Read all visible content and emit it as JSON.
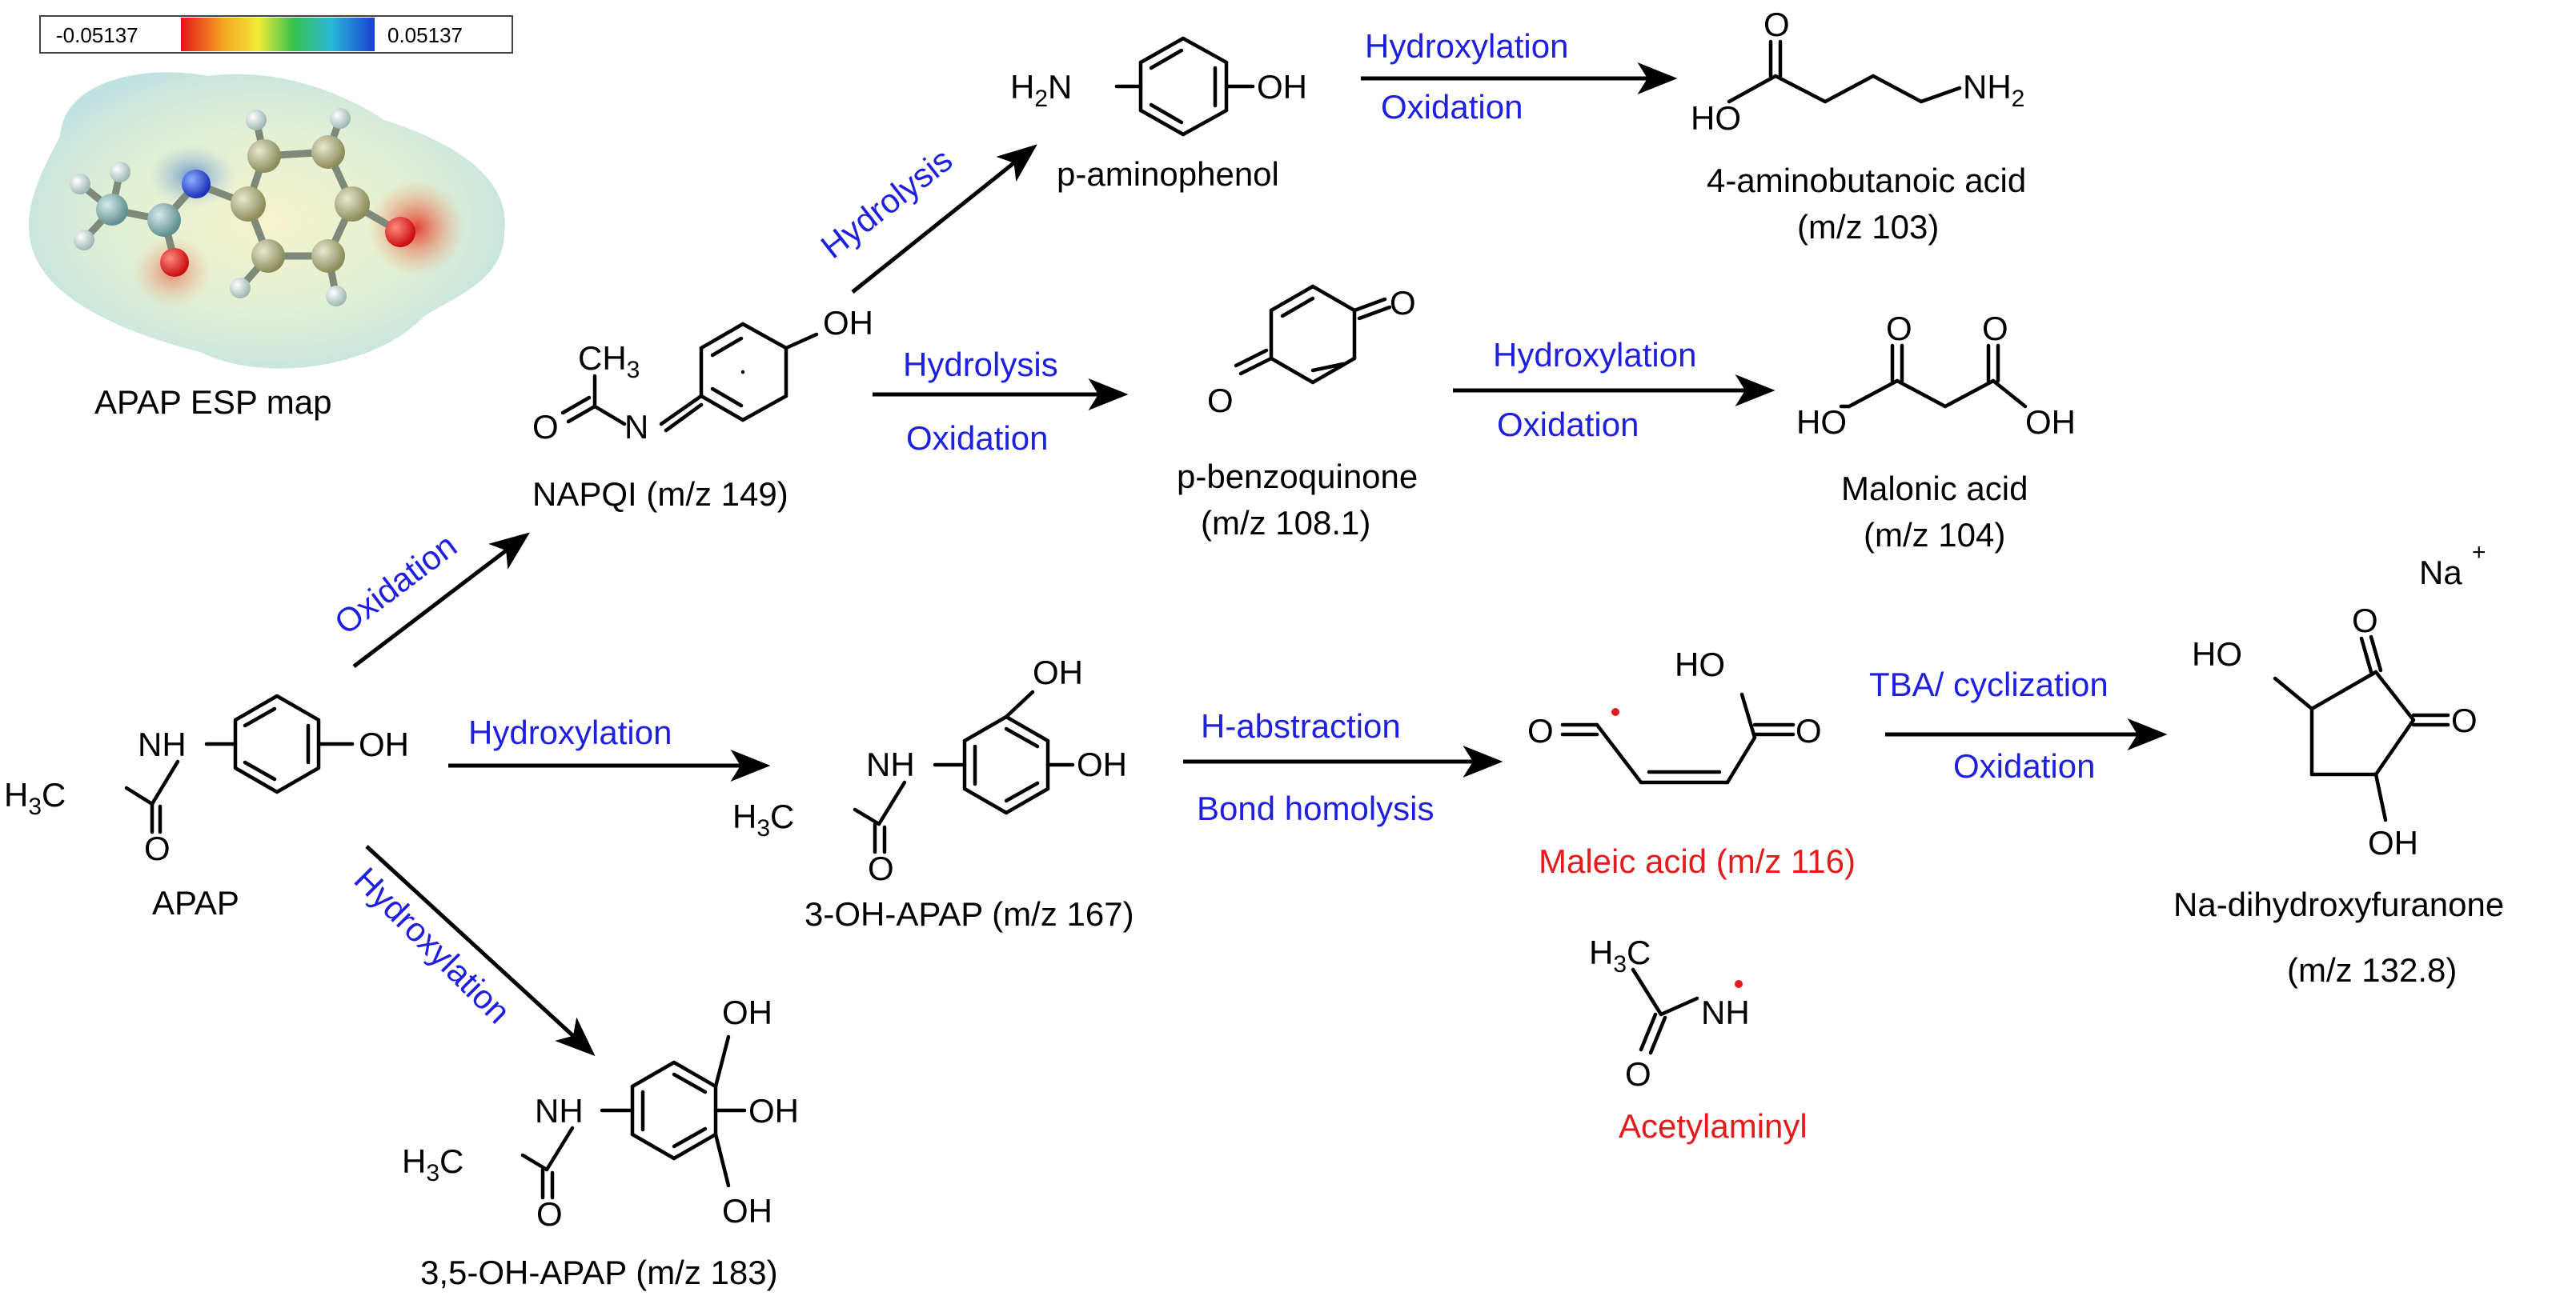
{
  "esp": {
    "scale_min": "-0.05137",
    "scale_max": "0.05137",
    "caption": "APAP ESP map"
  },
  "compounds": {
    "apap": "APAP",
    "napqi": "NAPQI (m/z 149)",
    "aminophenol": "p-aminophenol",
    "aminobutanoic": "4-aminobutanoic acid",
    "aminobutanoic_mz": "(m/z 103)",
    "benzoquinone": "p-benzoquinone",
    "benzoquinone_mz": "(m/z 108.1)",
    "malonic": "Malonic acid",
    "malonic_mz": "(m/z 104)",
    "oh_apap": "3-OH-APAP (m/z 167)",
    "dioh_apap": "3,5-OH-APAP (m/z 183)",
    "maleic": "Maleic acid (m/z 116)",
    "acetylaminyl": "Acetylaminyl",
    "furanone": "Na-dihydroxyfuranone",
    "furanone_mz": "(m/z 132.8)"
  },
  "reactions": {
    "apap_to_napqi": "Oxidation",
    "napqi_to_aminophenol": "Hydrolysis",
    "aminophenol_top": "Hydroxylation",
    "aminophenol_bottom": "Oxidation",
    "napqi_top": "Hydrolysis",
    "napqi_bottom": "Oxidation",
    "bq_top": "Hydroxylation",
    "bq_bottom": "Oxidation",
    "apap_to_oh": "Hydroxylation",
    "oh_top": "H-abstraction",
    "oh_bottom": "Bond homolysis",
    "maleic_top": "TBA/ cyclization",
    "maleic_bottom": "Oxidation",
    "apap_to_dioh": "Hydroxylation"
  },
  "atoms": {
    "h2n": "H",
    "h2n_sub": "2",
    "h2n_n": "N",
    "oh": "OH",
    "ho": "HO",
    "o": "O",
    "n": "N",
    "nh": "NH",
    "ch3_c": "CH",
    "ch3_sub": "3",
    "h3c_h": "H",
    "h3c_sub": "3",
    "h3c_c": "C",
    "nh2_n": "NH",
    "nh2_sub": "2",
    "na": "Na",
    "plus": "+"
  },
  "colors": {
    "reaction_label": "#1f1fe0",
    "radical_product": "#e31b1b",
    "bond": "#000000"
  }
}
